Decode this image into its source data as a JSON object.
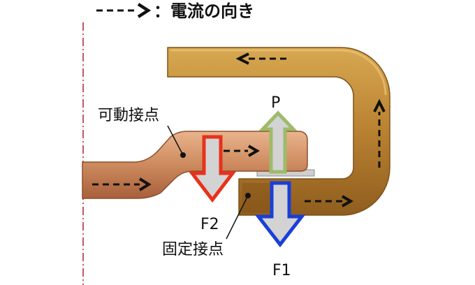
{
  "legend": {
    "text": "：電流の向き"
  },
  "labels": {
    "moving_contact": "可動接点",
    "fixed_contact": "固定接点",
    "p": "P",
    "f1": "F1",
    "f2": "F2"
  },
  "colors": {
    "copper": "#c98a5e",
    "brass": "#b8822f",
    "f1_arrow": "#1a3fd8",
    "f2_arrow": "#e8311c",
    "p_arrow": "#9dbb6a",
    "arrow_fill": "#d3d3d3",
    "centerline": "#b01e2e"
  }
}
